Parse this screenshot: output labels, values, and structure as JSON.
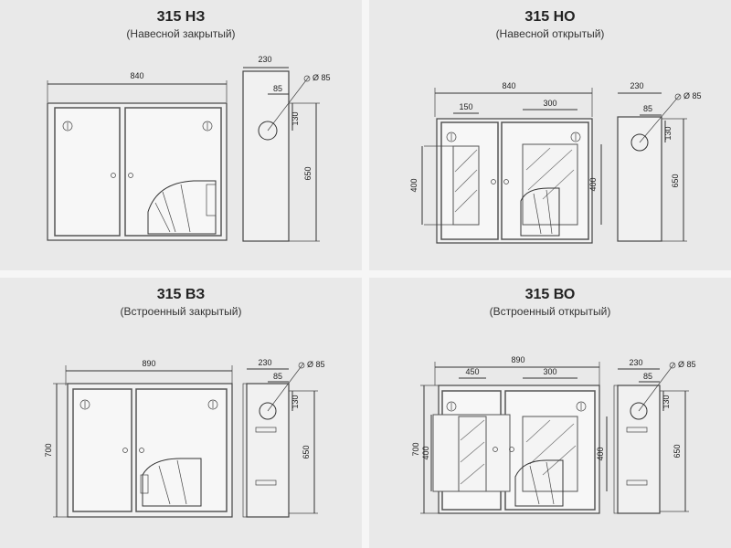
{
  "panels": [
    {
      "title": "315 НЗ",
      "subtitle": "(Навесной закрытый)",
      "width": "840",
      "depth": "230",
      "pipe_offset": "85",
      "pipe_diameter": "Ø 85",
      "pipe_height": "130",
      "height": "650"
    },
    {
      "title": "315 НО",
      "subtitle": "(Навесной открытый)",
      "width": "840",
      "depth": "230",
      "pipe_offset": "85",
      "pipe_diameter": "Ø 85",
      "pipe_height": "130",
      "height": "650",
      "window_left_w": "150",
      "window_right_w": "300",
      "window_h_left": "400",
      "window_h_right": "400"
    },
    {
      "title": "315 ВЗ",
      "subtitle": "(Встроенный закрытый)",
      "width": "890",
      "outer_height": "700",
      "depth": "230",
      "pipe_offset": "85",
      "pipe_diameter": "Ø 85",
      "pipe_height": "130",
      "height": "650"
    },
    {
      "title": "315 ВО",
      "subtitle": "(Встроенный открытый)",
      "width": "890",
      "outer_height": "700",
      "depth": "230",
      "pipe_offset": "85",
      "pipe_diameter": "Ø 85",
      "pipe_height": "130",
      "height": "650",
      "window_left_w": "450",
      "window_right_w": "300",
      "window_h_left": "400",
      "window_h_right": "400"
    }
  ]
}
